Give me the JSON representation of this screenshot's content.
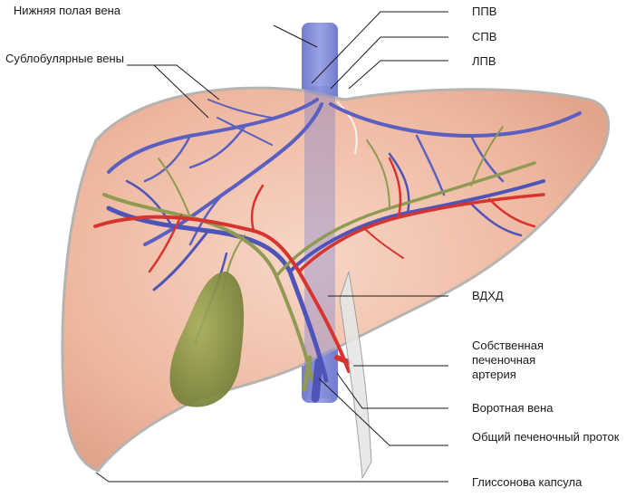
{
  "labels": {
    "ivc": "Нижняя полая вена",
    "sublobular": "Сублобулярные вены",
    "rhv": "ППВ",
    "mhv": "СПВ",
    "lhv": "ЛПВ",
    "cbd_sup": "ВДХД",
    "hepatic_artery": "Собственная печеночная артерия",
    "portal_vein": "Воротная вена",
    "common_hepatic_duct": "Общий печеночный проток",
    "glisson": "Глиссонова капсула"
  },
  "colors": {
    "liver_fill": "#f0bfa8",
    "liver_edge": "#c98e78",
    "capsule": "#b9b9b9",
    "vein": "#5b5fc0",
    "artery": "#d8342f",
    "bile": "#8f9b52",
    "gallbladder": "#7f8c3f",
    "leader": "#1a1a1a"
  }
}
